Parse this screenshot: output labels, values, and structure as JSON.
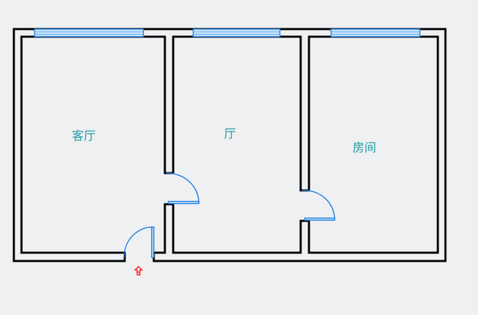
{
  "rooms": {
    "living_room": "客厅",
    "hall": "厅",
    "bedroom": "房间"
  },
  "entrance_icon": "entrance-arrow-icon",
  "colors": {
    "wall": "#000000",
    "window_door": "#1e7fe0",
    "label": "#1e9aa0",
    "entrance": "#ff0000"
  }
}
